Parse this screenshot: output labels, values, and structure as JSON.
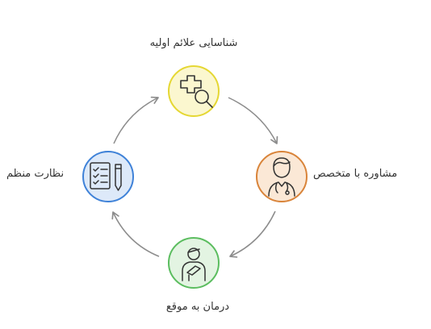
{
  "diagram": {
    "steps": [
      {
        "key": "identify",
        "label": "شناسایی علائم اولیه",
        "icon": "medical-search-icon",
        "color": "#e5d733",
        "fill": "#fbf7cf"
      },
      {
        "key": "consult",
        "label": "مشاوره با متخصص",
        "icon": "doctor-icon",
        "color": "#d9843a",
        "fill": "#fbe8d6"
      },
      {
        "key": "treat",
        "label": "درمان به موقع",
        "icon": "injured-patient-icon",
        "color": "#5bbd5f",
        "fill": "#e3f4e2"
      },
      {
        "key": "monitor",
        "label": "نظارت منظم",
        "icon": "checklist-icon",
        "color": "#3f82d8",
        "fill": "#dde9f9"
      }
    ],
    "arrow_color": "#8c8c8c"
  }
}
